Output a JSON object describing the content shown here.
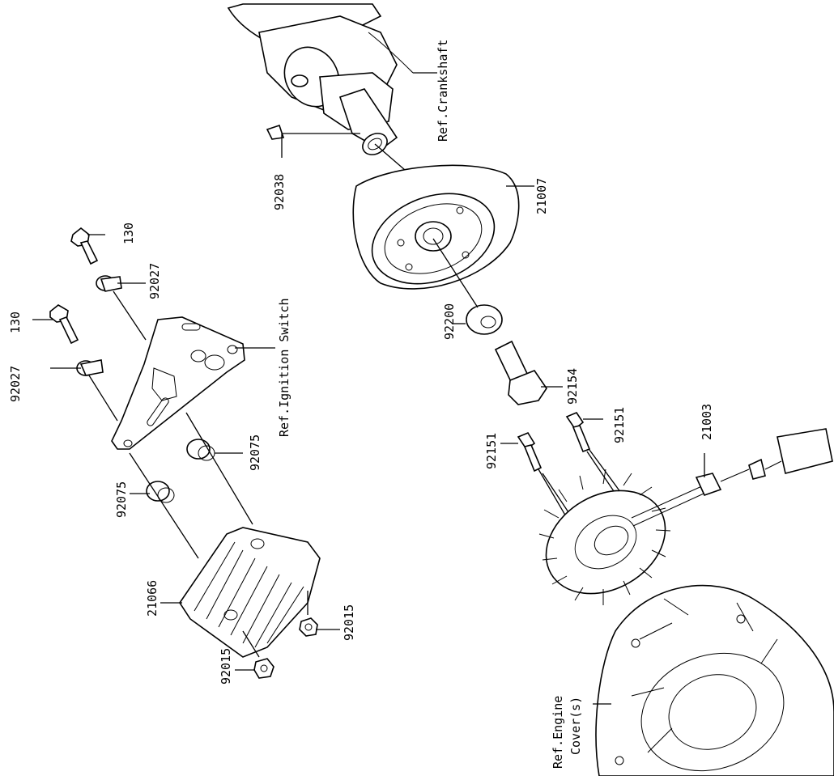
{
  "diagram": {
    "part_numbers": {
      "p130_top": "130",
      "p130_left": "130",
      "p92027_top": "92027",
      "p92027_left": "92027",
      "p92038": "92038",
      "p21007": "21007",
      "p92200": "92200",
      "p92154": "92154",
      "p92075_a": "92075",
      "p92075_b": "92075",
      "p21066": "21066",
      "p92015_a": "92015",
      "p92015_b": "92015",
      "p92151_a": "92151",
      "p92151_b": "92151",
      "p21003": "21003"
    },
    "references": {
      "crankshaft": "Ref.Crankshaft",
      "ignition_switch": "Ref.Ignition Switch",
      "engine_cover_line1": "Ref.Engine",
      "engine_cover_line2": "Cover(s)"
    }
  }
}
